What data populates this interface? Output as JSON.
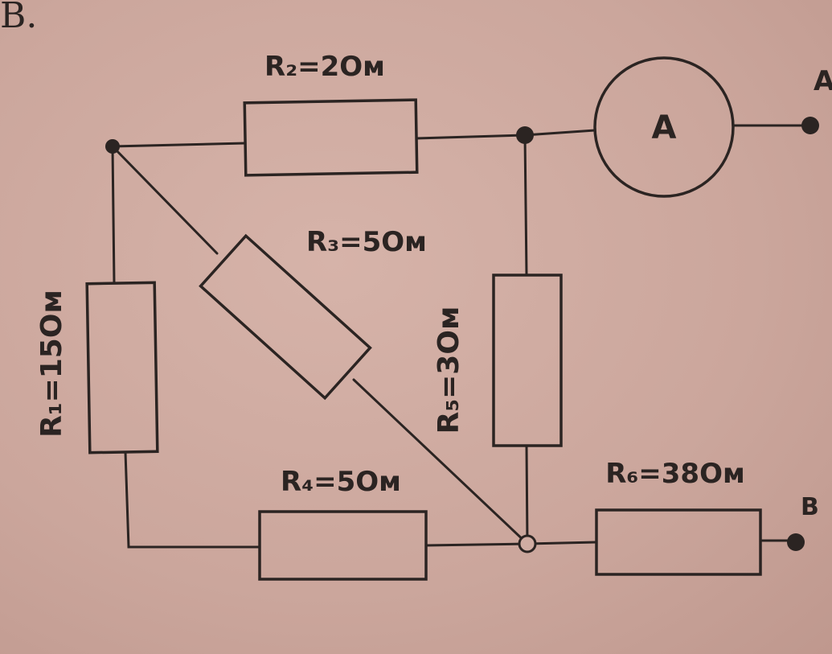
{
  "section_label": "B.",
  "ammeter_symbol": "A",
  "terminals": {
    "a": "A",
    "b": "B"
  },
  "resistors": {
    "r1": "R₁=15Ом",
    "r2": "R₂=2Ом",
    "r3": "R₃=5Ом",
    "r4": "R₄=5Ом",
    "r5": "R₅=3Ом",
    "r6": "R₆=38Ом"
  },
  "colors": {
    "ink": "#2b2422",
    "paper": "#d0aca2"
  }
}
